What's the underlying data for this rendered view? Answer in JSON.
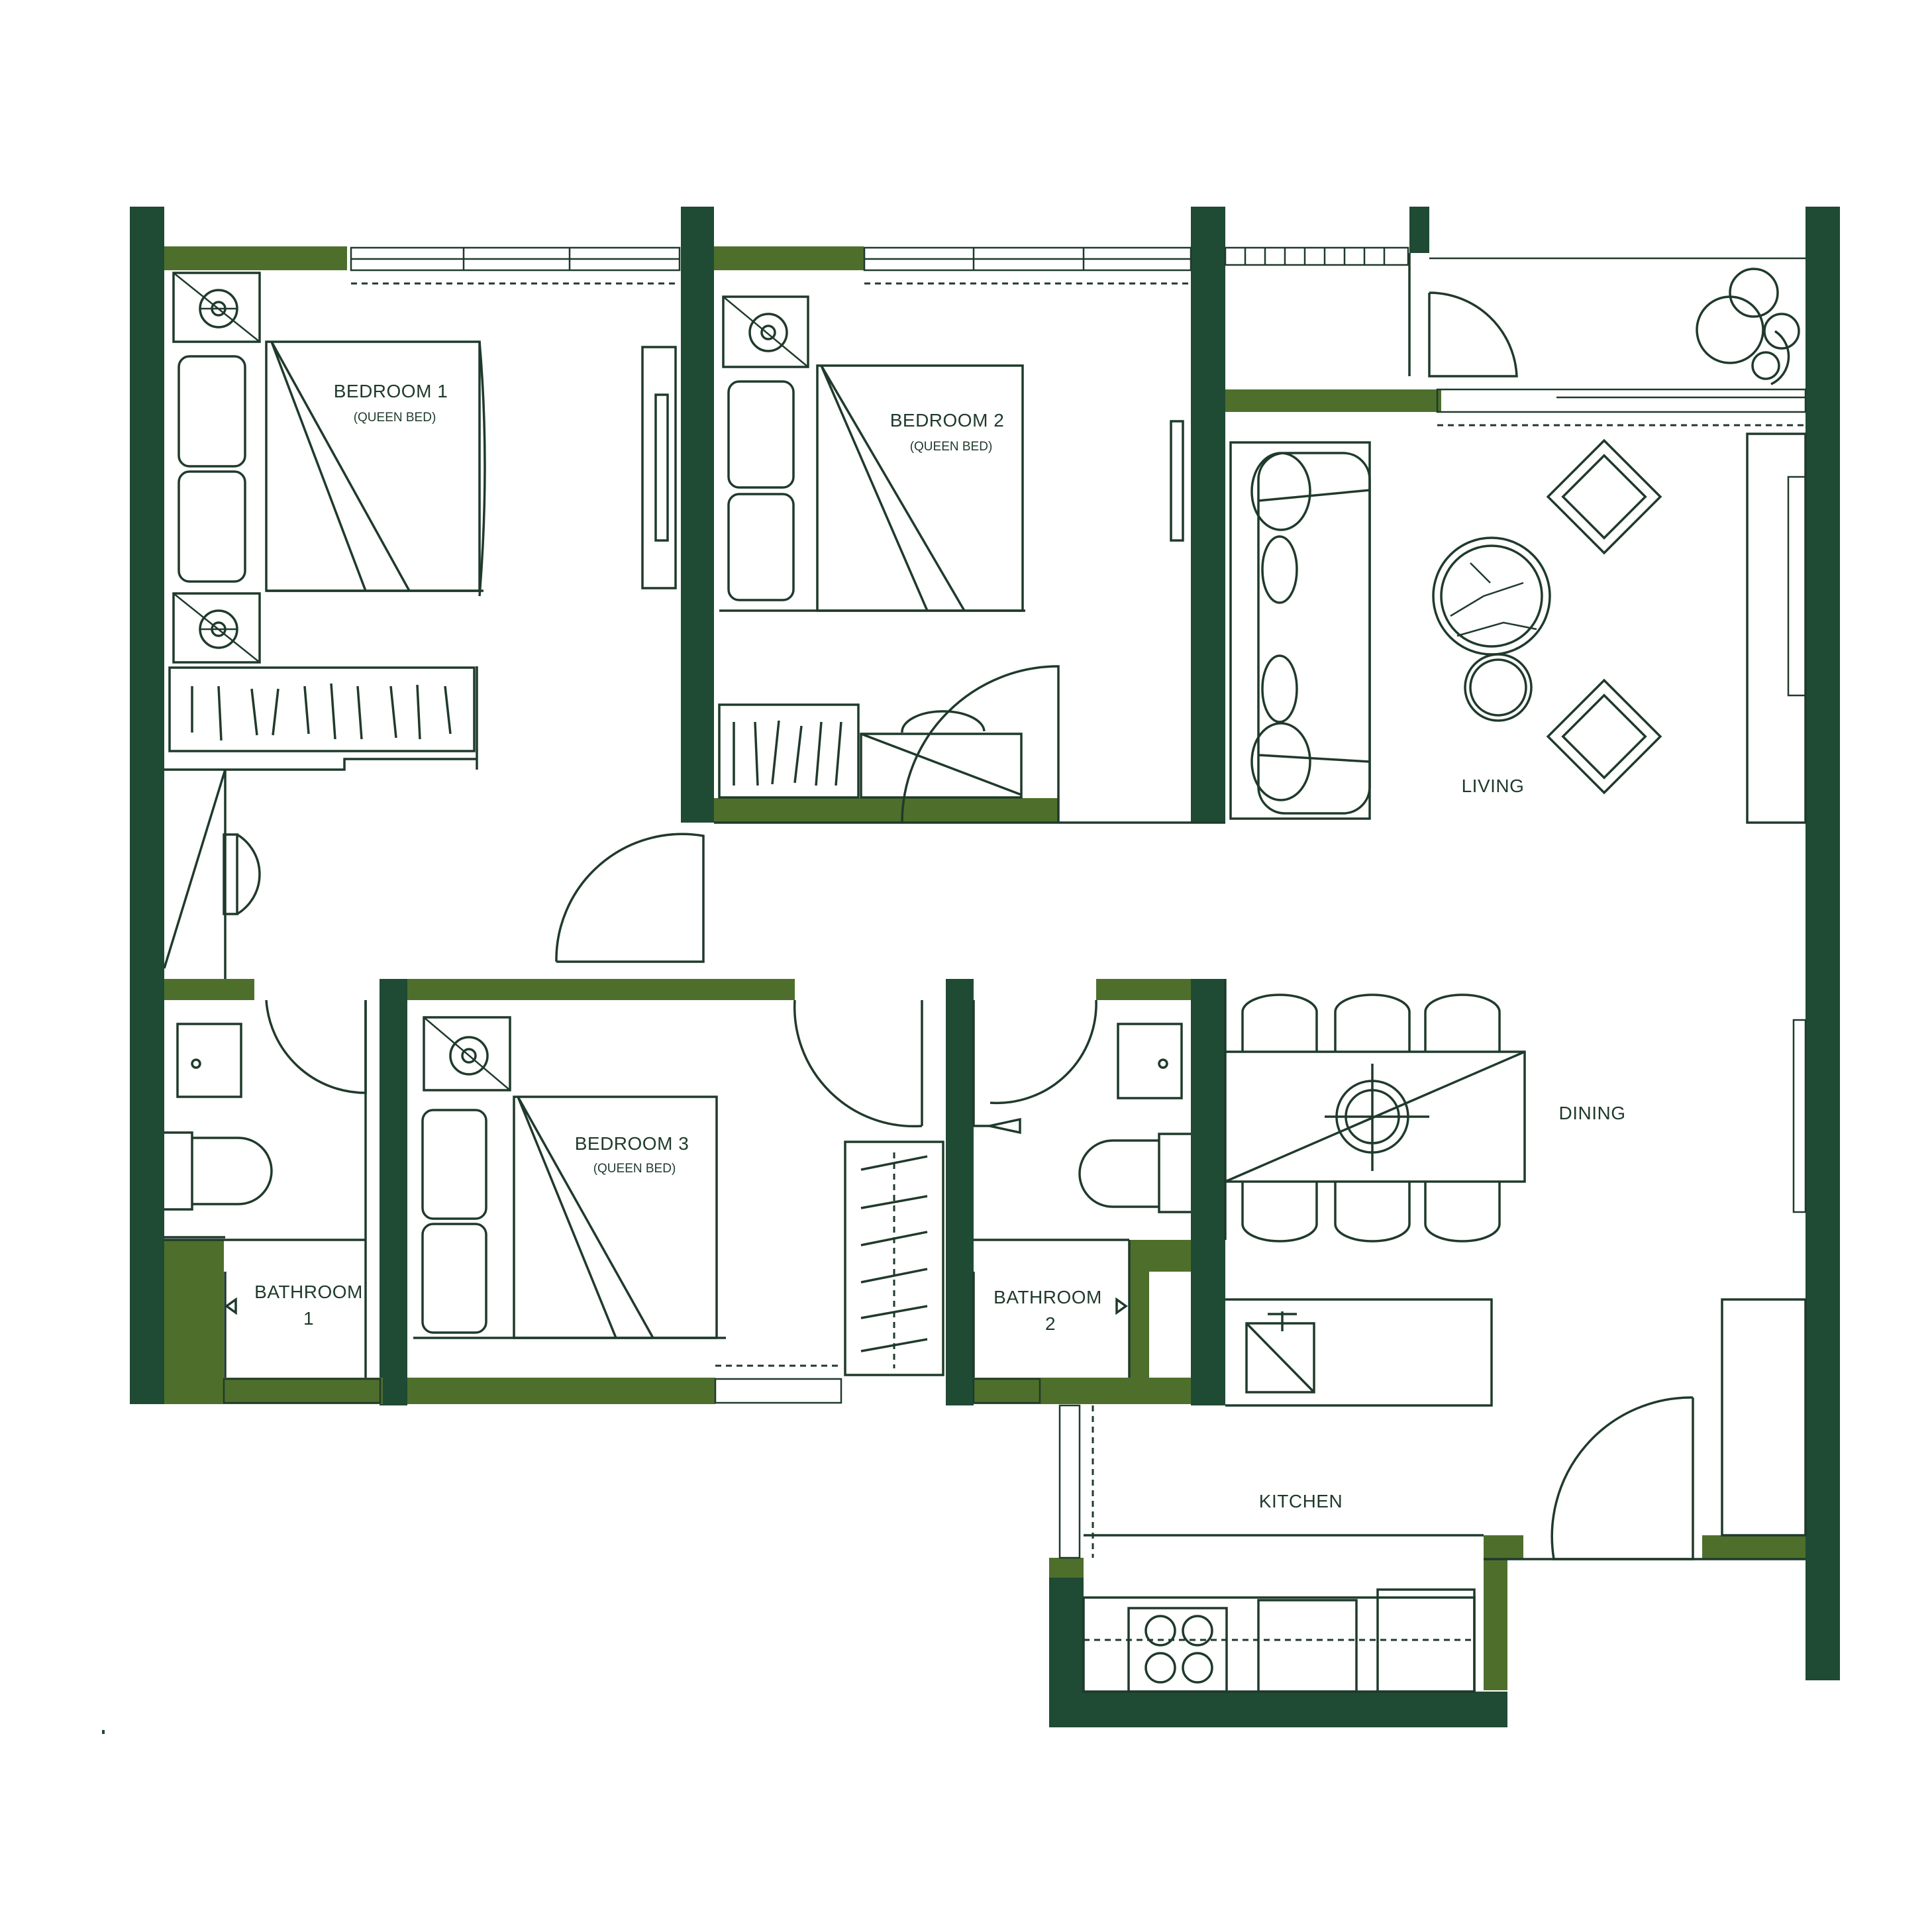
{
  "colors": {
    "wall": "#1f4a34",
    "accent": "#4e6f2c",
    "line": "#1f3a2b",
    "background": "#ffffff"
  },
  "rooms": {
    "bedroom1": {
      "label": "BEDROOM 1",
      "sub": "(QUEEN BED)"
    },
    "bedroom2": {
      "label": "BEDROOM 2",
      "sub": "(QUEEN BED)"
    },
    "bedroom3": {
      "label": "BEDROOM 3",
      "sub": "(QUEEN BED)"
    },
    "bathroom1": {
      "line1": "BATHROOM",
      "line2": "1"
    },
    "bathroom2": {
      "line1": "BATHROOM",
      "line2": "2"
    },
    "living": {
      "label": "LIVING"
    },
    "dining": {
      "label": "DINING"
    },
    "kitchen": {
      "label": "KITCHEN"
    }
  },
  "icons": [
    "bed-icon",
    "sofa-icon",
    "armchair-icon",
    "dining-table-icon",
    "toilet-icon",
    "basin-icon",
    "sink-icon",
    "stove-icon",
    "plant-icon",
    "wardrobe-icon",
    "door-swing-icon"
  ]
}
